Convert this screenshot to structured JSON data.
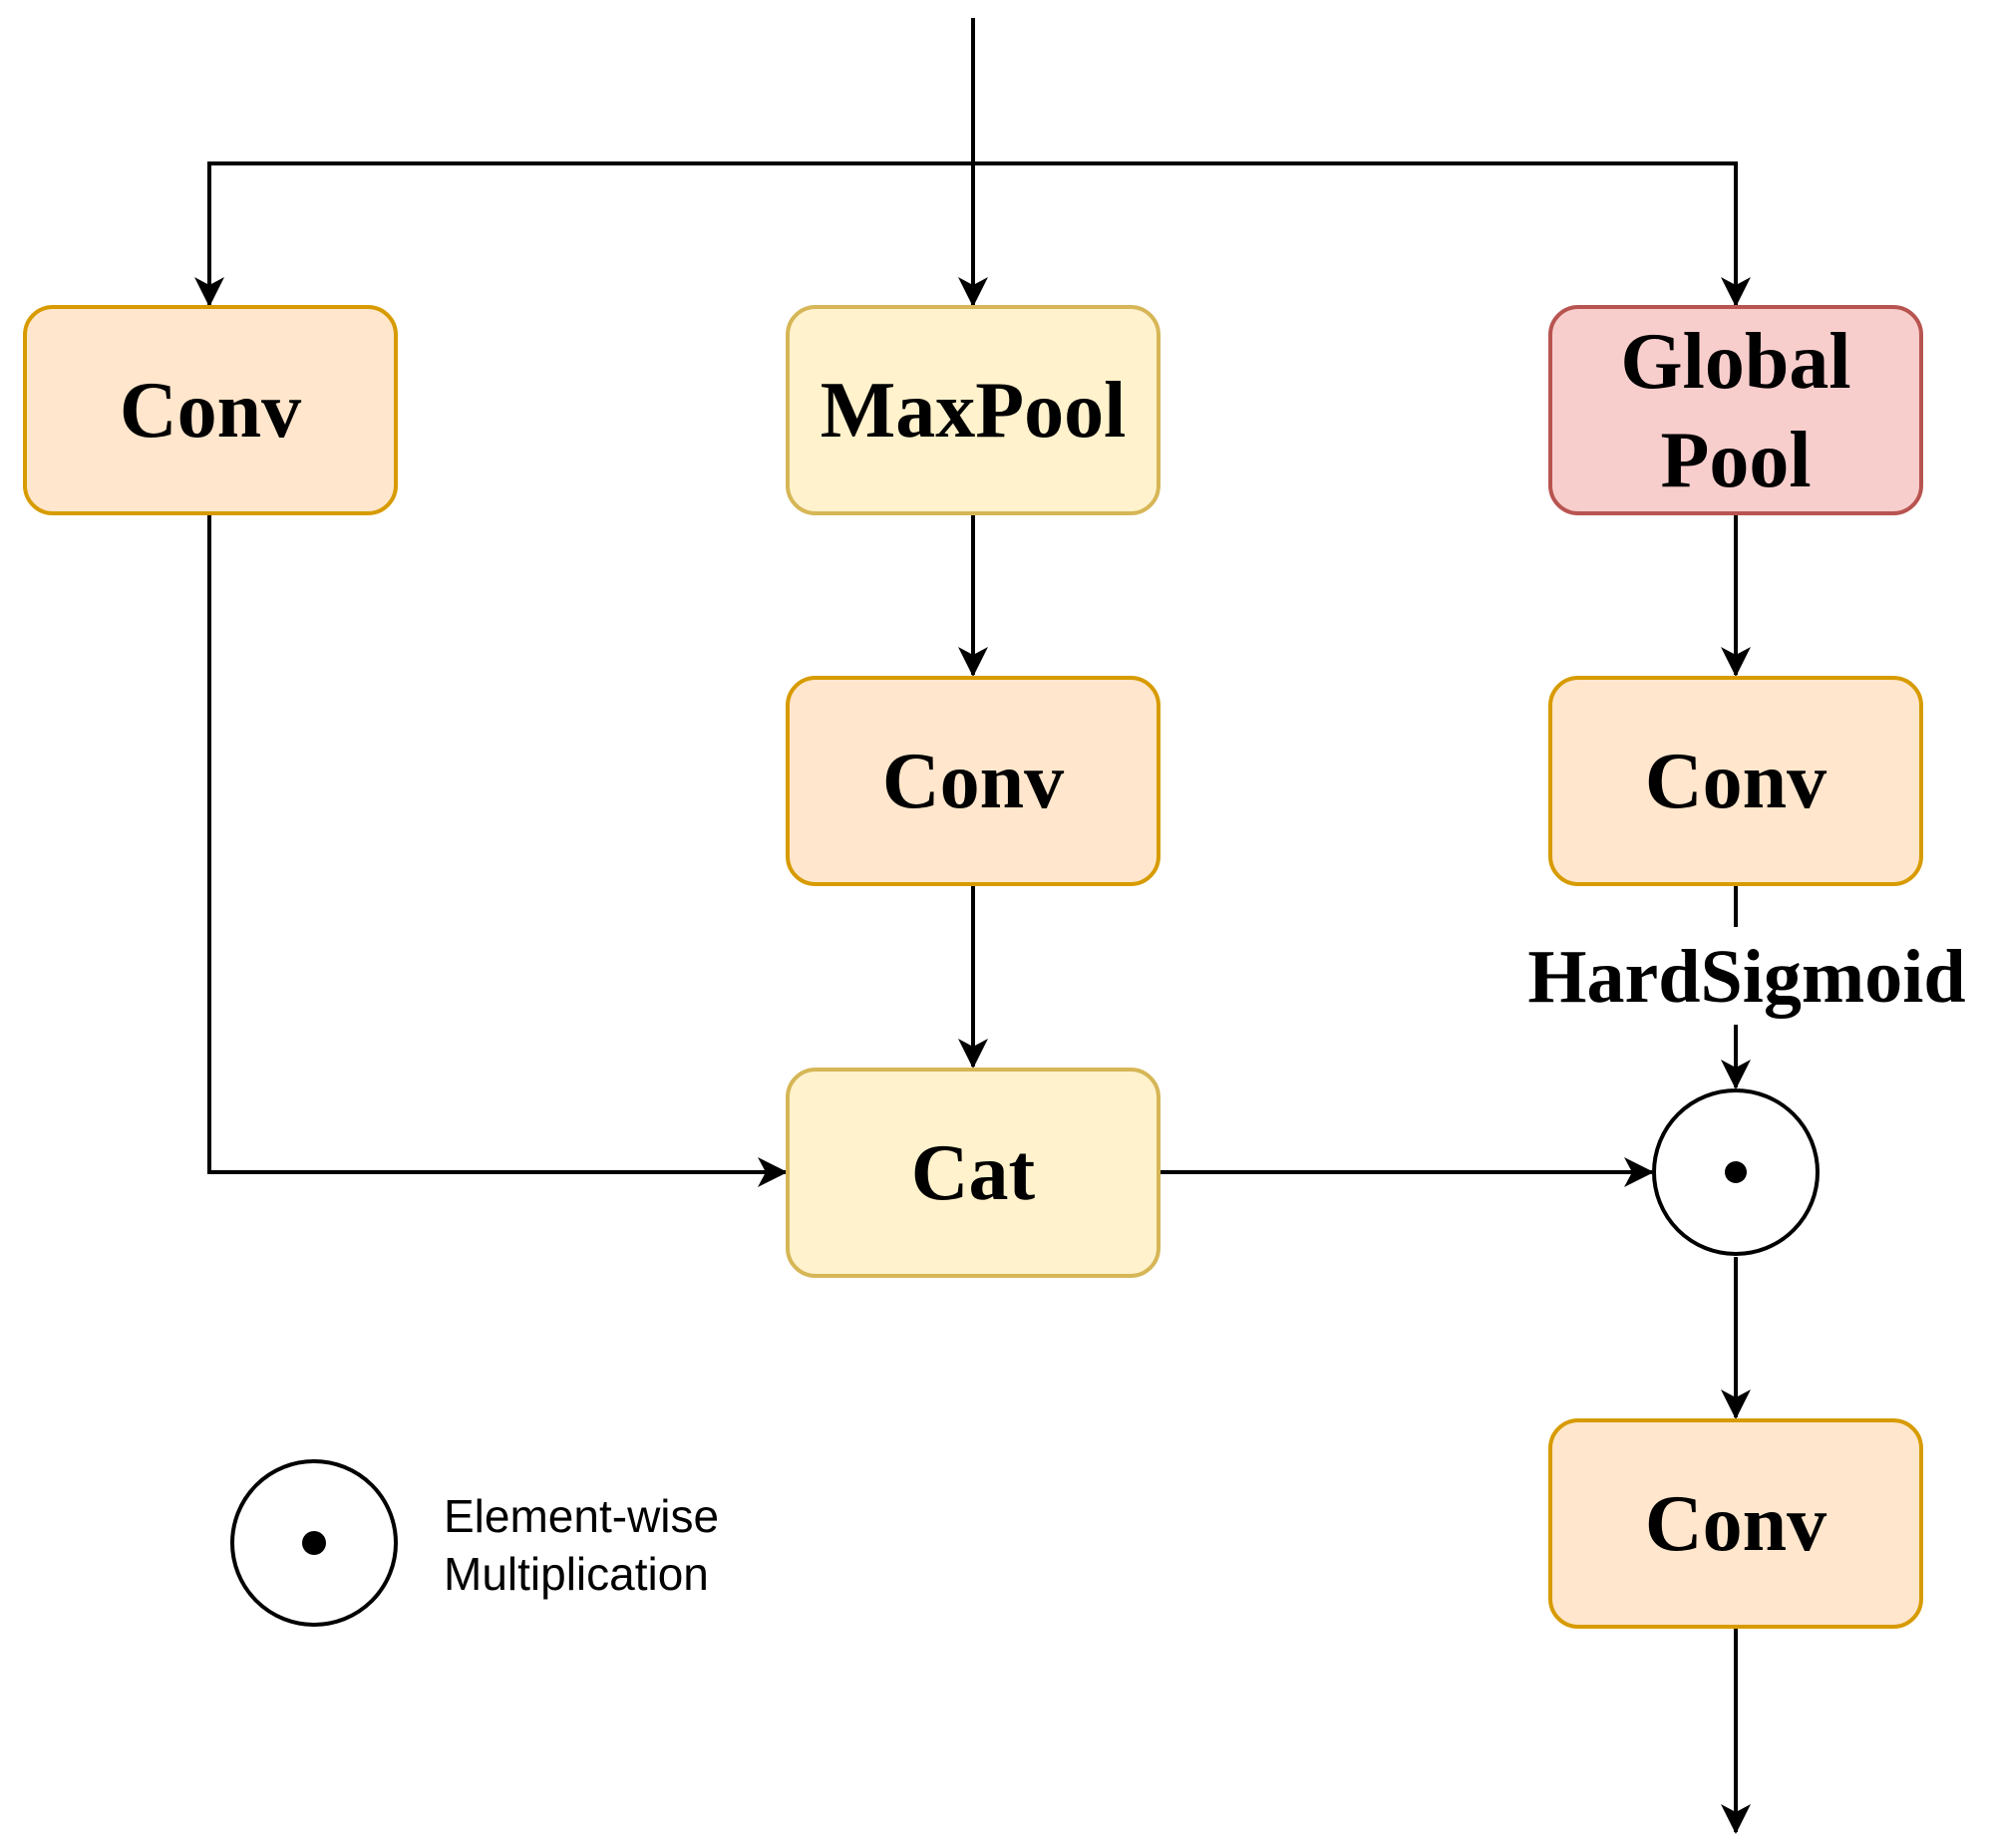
{
  "diagram": {
    "colors": {
      "conv_fill": "#FFE6CC",
      "conv_stroke": "#D79B00",
      "pool_fill": "#FFF2CC",
      "pool_stroke": "#D6B656",
      "global_fill": "#F8CECC",
      "global_stroke": "#B85450",
      "line": "#000000"
    },
    "nodes": {
      "conv_left": {
        "label": "Conv"
      },
      "maxpool": {
        "label": "MaxPool"
      },
      "global_pool": {
        "line1": "Global",
        "line2": "Pool"
      },
      "conv_mid": {
        "label": "Conv"
      },
      "conv_right": {
        "label": "Conv"
      },
      "cat": {
        "label": "Cat"
      },
      "conv_out": {
        "label": "Conv"
      },
      "multiply": {
        "icon": "element-wise-multiply-icon"
      }
    },
    "edge_labels": {
      "hardsigmoid": "HardSigmoid"
    },
    "legend": {
      "icon": "element-wise-multiply-icon",
      "line1": "Element-wise",
      "line2": "Multiplication"
    }
  }
}
